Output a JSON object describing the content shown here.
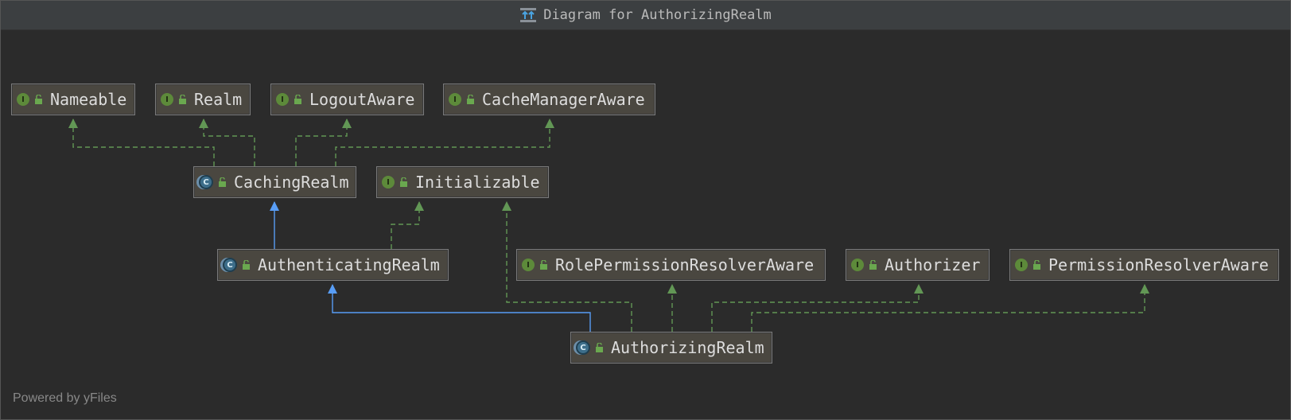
{
  "window": {
    "title": "Diagram for AuthorizingRealm"
  },
  "nodes": {
    "nameable": {
      "label": "Nameable",
      "kind": "I"
    },
    "realm": {
      "label": "Realm",
      "kind": "I"
    },
    "logout_aware": {
      "label": "LogoutAware",
      "kind": "I"
    },
    "cache_manager_aware": {
      "label": "CacheManagerAware",
      "kind": "I"
    },
    "caching_realm": {
      "label": "CachingRealm",
      "kind": "C"
    },
    "initializable": {
      "label": "Initializable",
      "kind": "I"
    },
    "authenticating_realm": {
      "label": "AuthenticatingRealm",
      "kind": "C"
    },
    "role_permission_resolver_aware": {
      "label": "RolePermissionResolverAware",
      "kind": "I"
    },
    "authorizer": {
      "label": "Authorizer",
      "kind": "I"
    },
    "permission_resolver_aware": {
      "label": "PermissionResolverAware",
      "kind": "I"
    },
    "authorizing_realm": {
      "label": "AuthorizingRealm",
      "kind": "C"
    }
  },
  "edges": [
    {
      "from": "caching_realm",
      "to": "nameable",
      "type": "implements"
    },
    {
      "from": "caching_realm",
      "to": "realm",
      "type": "implements"
    },
    {
      "from": "caching_realm",
      "to": "logout_aware",
      "type": "implements"
    },
    {
      "from": "caching_realm",
      "to": "cache_manager_aware",
      "type": "implements"
    },
    {
      "from": "authenticating_realm",
      "to": "caching_realm",
      "type": "extends"
    },
    {
      "from": "authenticating_realm",
      "to": "initializable",
      "type": "implements"
    },
    {
      "from": "authorizing_realm",
      "to": "authenticating_realm",
      "type": "extends"
    },
    {
      "from": "authorizing_realm",
      "to": "initializable",
      "type": "implements"
    },
    {
      "from": "authorizing_realm",
      "to": "role_permission_resolver_aware",
      "type": "implements"
    },
    {
      "from": "authorizing_realm",
      "to": "authorizer",
      "type": "implements"
    },
    {
      "from": "authorizing_realm",
      "to": "permission_resolver_aware",
      "type": "implements"
    }
  ],
  "colors": {
    "implements_edge": "#629755",
    "extends_edge": "#589df6",
    "node_fill": "#4a4740",
    "background": "#2b2b2b"
  },
  "footer": {
    "powered_by": "Powered by yFiles"
  }
}
